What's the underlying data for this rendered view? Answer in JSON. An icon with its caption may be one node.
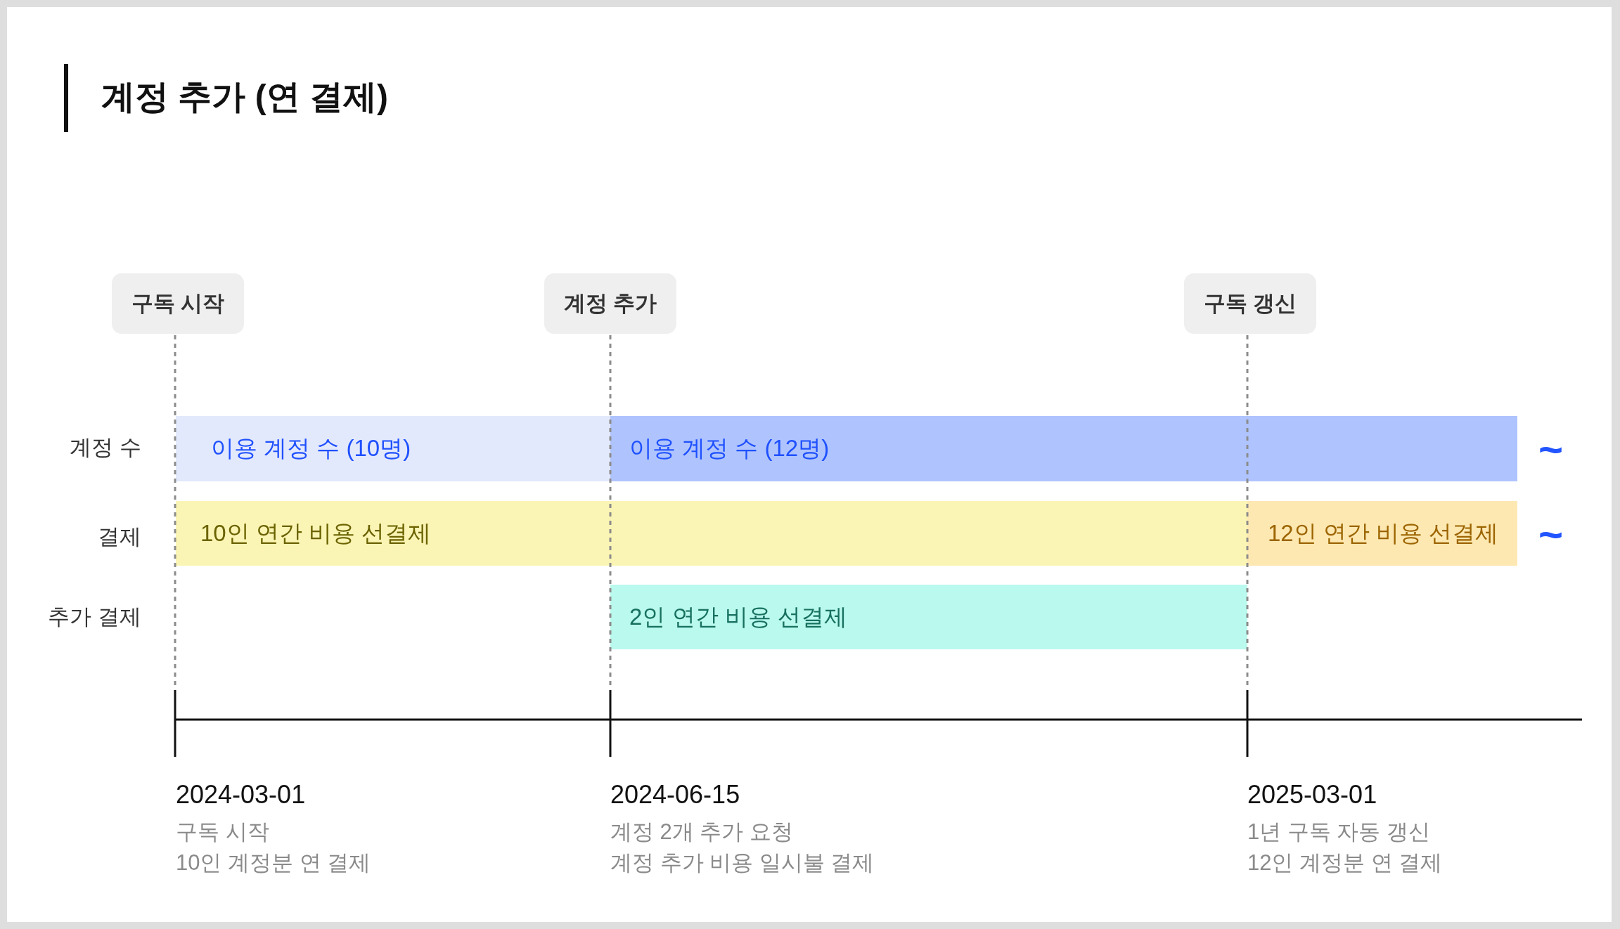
{
  "diagram": {
    "title": "계정 추가 (연 결제)",
    "nodes": [
      {
        "text": [
          "구독 시작"
        ]
      },
      {
        "text": [
          "계정 추가"
        ]
      },
      {
        "text": [
          "구독 갱신"
        ]
      },
      {
        "text": [
          "이용 계정 수 (10명)"
        ]
      },
      {
        "text": [
          "이용 계정 수 (12명)"
        ]
      },
      {
        "text": [
          "10인 연간 비용 선결제"
        ]
      },
      {
        "text": [
          "12인 연간 비용 선결제"
        ]
      },
      {
        "text": [
          "2인 연간 비용 선결제"
        ]
      }
    ],
    "labels": [
      "계정 수",
      "~",
      "결제",
      "~",
      "추가 결제",
      "2024-03-01",
      "구독 시작",
      "10인 계정분 연 결제",
      "2024-06-15",
      "계정 2개 추가 요청",
      "계정 추가 비용 일시불 결제",
      "2025-03-01",
      "1년 구독 자동 갱신",
      "12인 계정분 연 결제"
    ]
  }
}
